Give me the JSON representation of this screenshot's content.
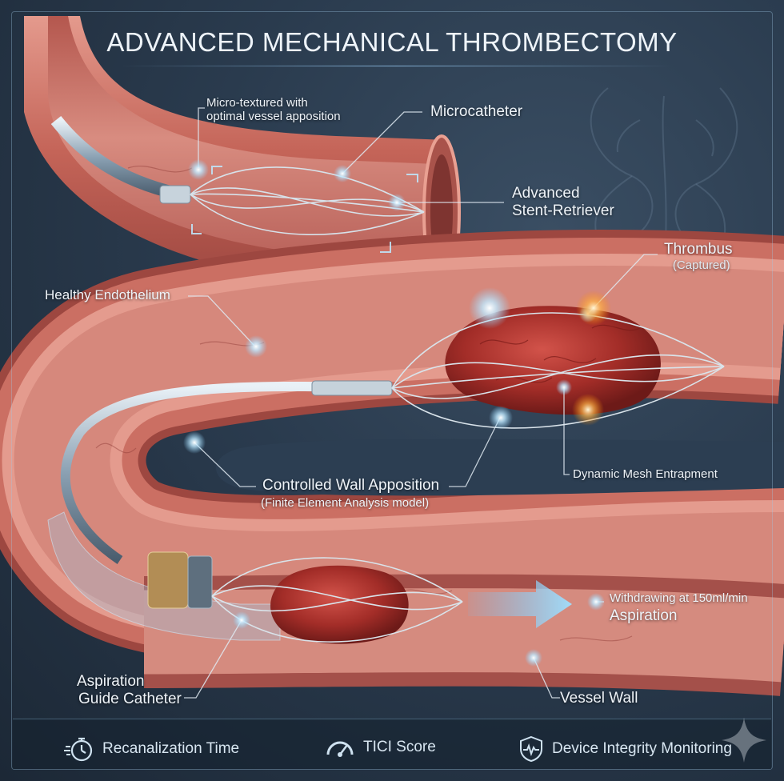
{
  "title": "ADVANCED MECHANICAL THROMBECTOMY",
  "labels": {
    "micro_textured": "Micro-textured with",
    "micro_textured_2": "optimal vessel apposition",
    "microcatheter": "Microcatheter",
    "stent_retriever_1": "Advanced",
    "stent_retriever_2": "Stent-Retriever",
    "thrombus": "Thrombus",
    "thrombus_sub": "(Captured)",
    "healthy_endothelium": "Healthy Endothelium",
    "wall_apposition": "Controlled Wall Apposition",
    "wall_apposition_sub": "(Finite Element Analysis model)",
    "mesh_entrapment": "Dynamic Mesh Entrapment",
    "withdrawing": "Withdrawing at 150ml/min",
    "aspiration": "Aspiration",
    "guide_catheter_1": "Aspiration",
    "guide_catheter_2": "Guide Catheter",
    "vessel_wall": "Vessel Wall"
  },
  "footer": {
    "items": [
      {
        "label": "Recanalization Time",
        "icon": "stopwatch-icon"
      },
      {
        "label": "TICI Score",
        "icon": "gauge-icon"
      },
      {
        "label": "Device Integrity Monitoring",
        "icon": "shield-heartbeat-icon"
      }
    ]
  },
  "colors": {
    "background": "#2a3b4e",
    "vessel_wall": "#c7675e",
    "vessel_lumen": "#d98a7e",
    "thrombus": "#a8322c",
    "accent_glow": "#8fd6ff"
  }
}
